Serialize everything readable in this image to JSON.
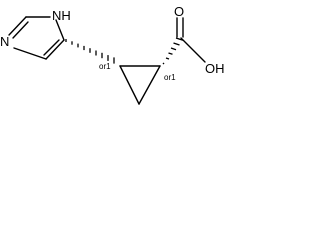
{
  "molecule": {
    "atoms": {
      "imidazole_nh": "NH",
      "imidazole_n": "N",
      "hydroxyl": "OH",
      "carbonyl_o": "O"
    },
    "stereo_labels": {
      "left_center": "or1",
      "right_center": "or1"
    }
  }
}
